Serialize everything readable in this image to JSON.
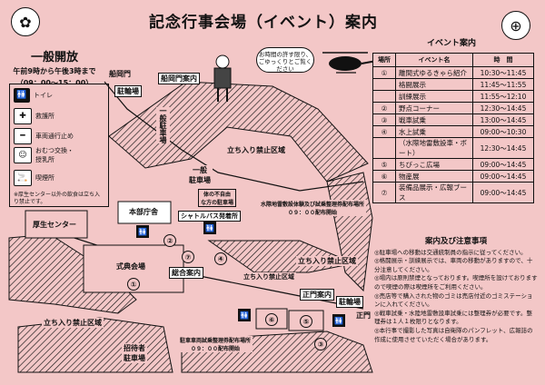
{
  "title": "記念行事会場（イベント）案内",
  "subtitle": "イベント案内",
  "icons": {
    "logo_left": "emblem-icon",
    "logo_right": "unit-logo-icon",
    "helicopter": "helicopter-icon",
    "mascot": "mascot-icon"
  },
  "open": {
    "title": "一般開放",
    "line1": "午前9時から午後3時まで",
    "line2": "（09：00～15：00）"
  },
  "legend": {
    "toilet": "トイレ",
    "first_aid": "救護所",
    "stop": "車両通行止め",
    "lost1": "おむつ交換・",
    "lost2": "授乳所",
    "smoking": "喫煙所",
    "note": "※厚生センター以外の飲食は立ち入り禁止です。"
  },
  "speech": "お時間の許す限り、ごゆっくりとご覧ください",
  "map_labels": {
    "gate_funaoka": "船岡門",
    "parking_north": "駐輪場",
    "gate_funaoka_info": "船岡門案内",
    "general_parking1a": "一般",
    "general_parking1b": "駐車場",
    "restricted1": "立ち入り禁止区域",
    "general_parking2a": "一般",
    "general_parking2b": "駐車場",
    "disabled_parking1": "体の不自由",
    "disabled_parking2": "な方の駐車場",
    "welfare": "厚生センター",
    "hq": "本部庁舎",
    "shuttle": "シャトルバス発着所",
    "shuttle_info1": "水際地雷敷設体験及び試乗整理券配布場所",
    "shuttle_info2": "０９：００配布開始",
    "ceremony": "式典会場",
    "general_info": "総合案内",
    "restricted2": "立ち入り禁止区域",
    "restricted3": "立ち入り禁止区域",
    "main_gate_info": "正門案内",
    "bike_parking": "駐輪場",
    "main_gate": "正門",
    "restricted4": "立ち入り禁止区域",
    "guest_parking1": "招待者",
    "guest_parking2": "駐車場",
    "vehicle_info1": "駐車車両試乗整理券配布場所",
    "vehicle_info2": "０９：００配布開始"
  },
  "table": {
    "headers": [
      "場所",
      "イベント名",
      "時　間"
    ],
    "rows": [
      {
        "num": "①",
        "event": "離間式ゆるきゃら紹介",
        "time": "10:30～11:45"
      },
      {
        "num": "",
        "event": "格闘展示",
        "time": "11:45～11:55"
      },
      {
        "num": "",
        "event": "訓練展示",
        "time": "11:55～12:10"
      },
      {
        "num": "②",
        "event": "野点コーナー",
        "time": "12:30～14:45"
      },
      {
        "num": "③",
        "event": "戦車試乗",
        "time": "13:00～14:45"
      },
      {
        "num": "④",
        "event": "水上試乗",
        "time": "09:00～10:30"
      },
      {
        "num": "",
        "event": "（水際地雷敷設車・ボート）",
        "time": "12:30～14:45"
      },
      {
        "num": "⑤",
        "event": "ちびっこ広場",
        "time": "09:00～14:45"
      },
      {
        "num": "⑥",
        "event": "物産展",
        "time": "09:00～14:45"
      },
      {
        "num": "⑦",
        "event": "装備品展示・広報ブース",
        "time": "09:00～14:45"
      }
    ]
  },
  "notes": {
    "title": "案内及び注意事項",
    "items": [
      "◎駐車場への移動は交通統制員の指示に従ってください。",
      "◎格闘展示・訓練展示では、車両の移動がありますので、十分注意してください。",
      "◎場内は原則禁煙となっております。喫煙所を設けておりますので喫煙の際は喫煙所をご利用ください。",
      "◎売店等で購入された物のゴミは売店付近のゴミステーションに入れてください。",
      "◎戦車試乗・水陸地雷敷設車試乗には整理券が必要です。整理券は１人１枚限りとなります。",
      "◎本行事で撮影した写真は自衛隊のパンフレット、広報誌の作成に使用させていただく場合があります。"
    ]
  },
  "circles": [
    "①",
    "②",
    "③",
    "④",
    "⑤",
    "⑥",
    "⑦"
  ]
}
